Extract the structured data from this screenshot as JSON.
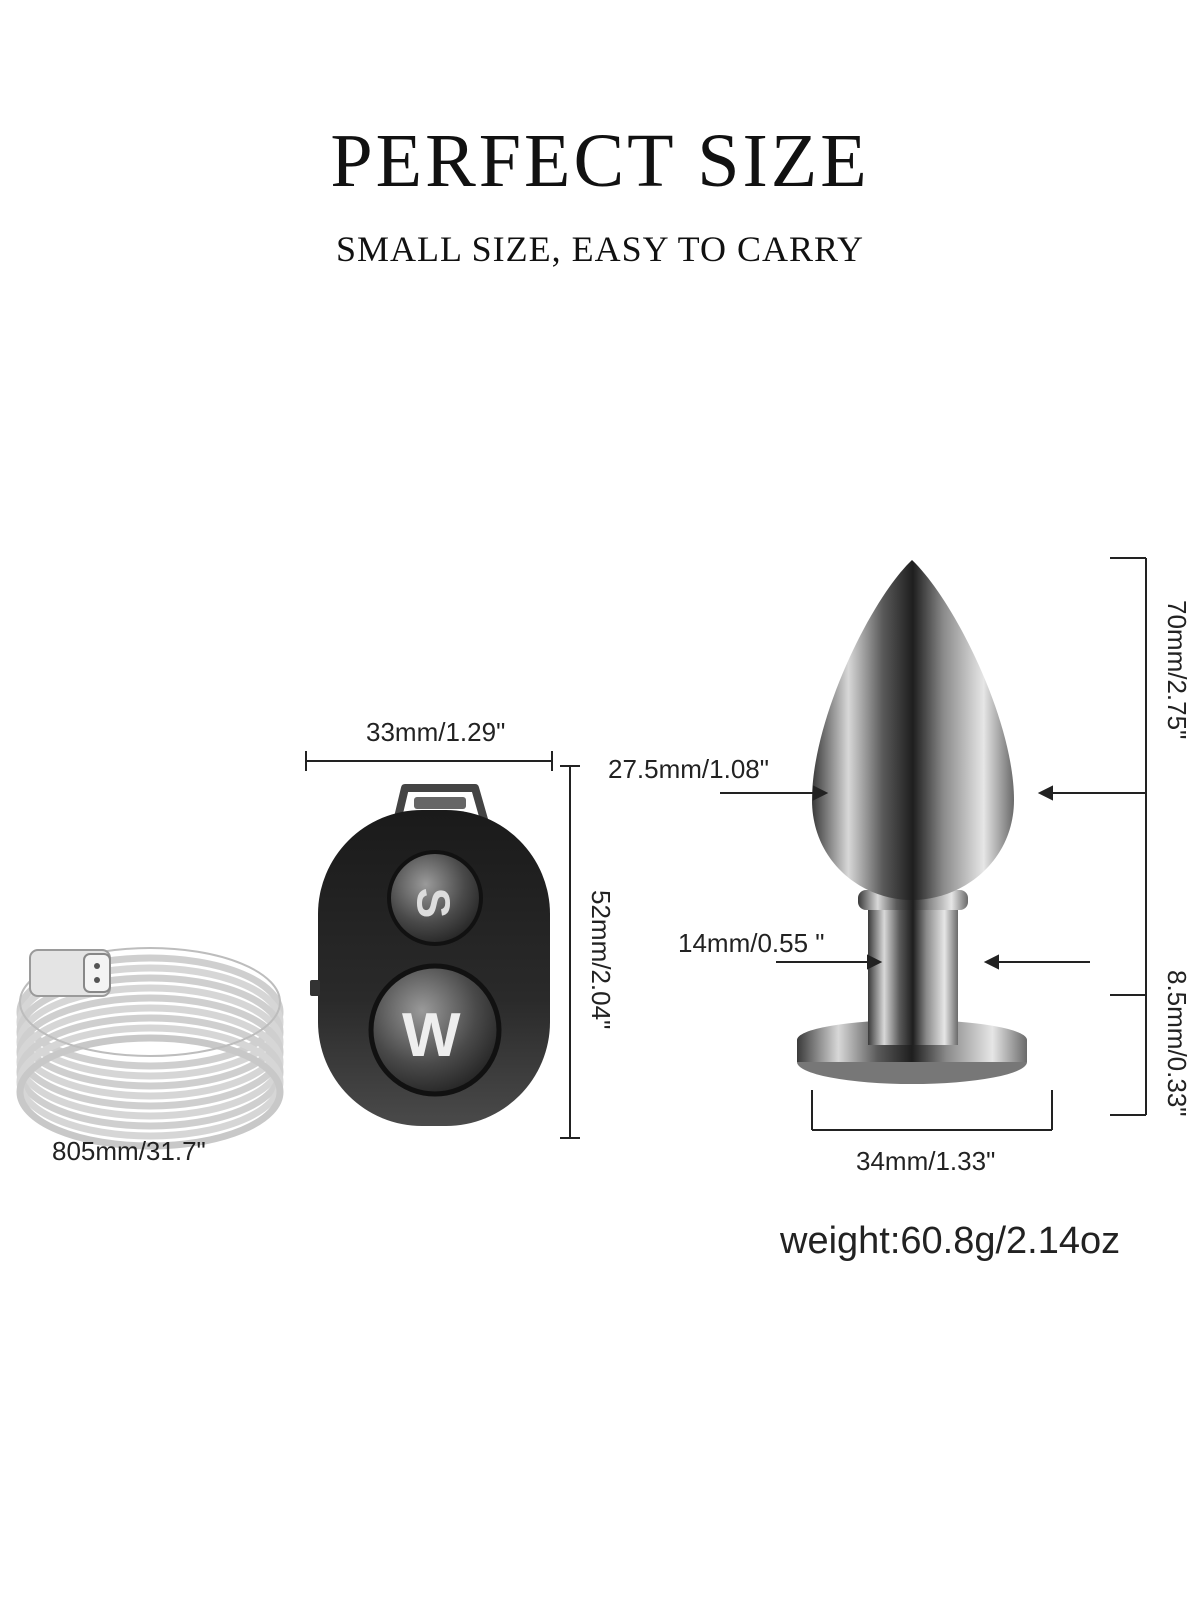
{
  "header": {
    "title": "PERFECT SIZE",
    "subtitle": "SMALL SIZE, EASY TO CARRY"
  },
  "cable": {
    "length_label": "805mm/31.7\""
  },
  "remote": {
    "width_label": "33mm/1.29\"",
    "height_label": "52mm/2.04\"",
    "button_top": "S",
    "button_bottom": "W"
  },
  "plug": {
    "height_label": "70mm/2.75\"",
    "diameter_label": "27.5mm/1.08\"",
    "neck_label": "14mm/0.55 \"",
    "base_label": "34mm/1.33\"",
    "base_height_label": "8.5mm/0.33\"",
    "weight_label": "weight:60.8g/2.14oz"
  }
}
